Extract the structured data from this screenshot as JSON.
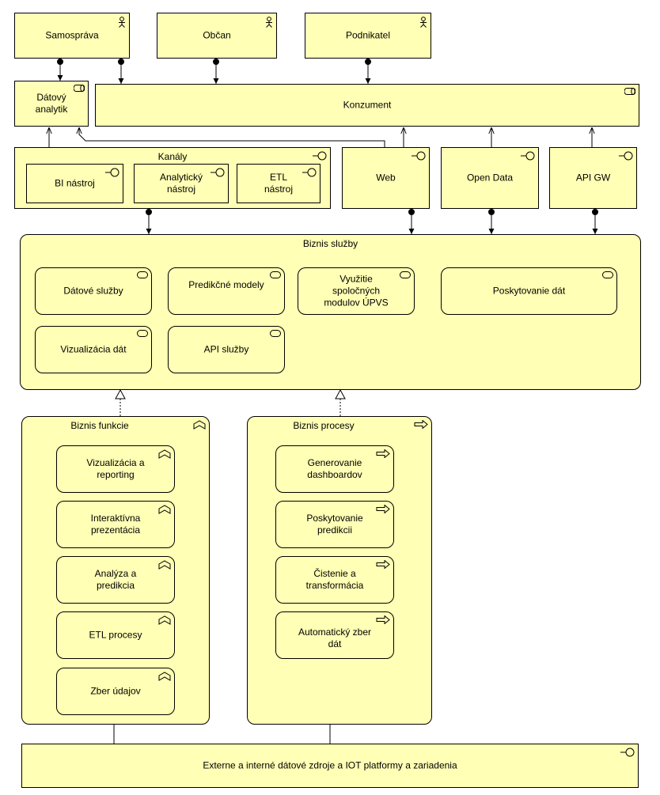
{
  "actors": {
    "samosprava": "Samospráva",
    "obcan": "Občan",
    "podnikatel": "Podnikatel"
  },
  "datovy_analytik": "Dátový\nanalytik",
  "konzument": "Konzument",
  "kanaly": {
    "title": "Kanály",
    "bi": "BI nástroj",
    "analyticky": "Analytický\nnástroj",
    "etl": "ETL\nnástroj"
  },
  "web": "Web",
  "open_data": "Open Data",
  "api_gw": "API GW",
  "biznis_sluzby": {
    "title": "Biznis služby",
    "datove": "Dátové služby",
    "predikcne": "Predikčné modely",
    "vyuzitie": "Využitie\nspoločných\nmodulov ÚPVS",
    "poskytovanie": "Poskytovanie dát",
    "vizualizacia": "Vizualizácia dát",
    "api": "API služby"
  },
  "biznis_funkcie": {
    "title": "Biznis funkcie",
    "items": [
      "Vizualizácia a\nreporting",
      "Interaktívna\nprezentácia",
      "Analýza a\npredikcia",
      "ETL procesy",
      "Zber údajov"
    ]
  },
  "biznis_procesy": {
    "title": "Biznis procesy",
    "items": [
      "Generovanie\ndashboardov",
      "Poskytovanie\npredikcii",
      "Čistenie a\ntransformácia",
      "Automatický zber\ndát"
    ]
  },
  "zdroje": "Externe a interné dátové zdroje a IOT platformy a zariadenia"
}
